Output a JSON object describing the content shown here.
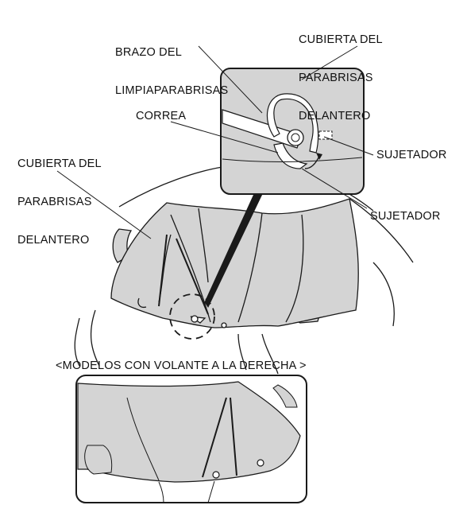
{
  "labels": {
    "wiper_arm": [
      "BRAZO DEL",
      "LIMPIAPARABRISAS"
    ],
    "cover_inset": [
      "CUBIERTA DEL",
      "PARABRISAS",
      "DELANTERO"
    ],
    "cover_left": [
      "CUBIERTA DEL",
      "PARABRISAS",
      "DELANTERO"
    ],
    "strap": "CORREA",
    "fastener_1": "SUJETADOR",
    "fastener_2": "SUJETADOR",
    "rhd_caption": "<MODELOS CON VOLANTE A LA DERECHA >"
  },
  "colors": {
    "cover_fill": "#d4d4d4",
    "line": "#1a1a1a"
  }
}
